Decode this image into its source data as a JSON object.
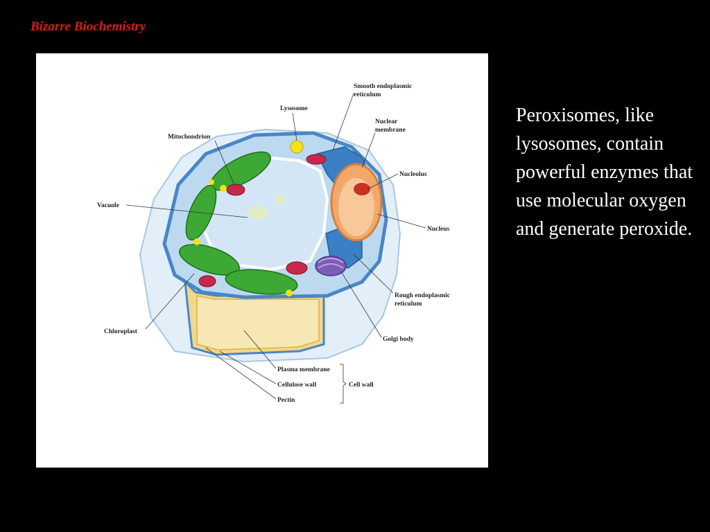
{
  "header": {
    "title": "Bizarre Biochemistry"
  },
  "slide": {
    "text": "Peroxisomes, like lysosomes, contain powerful enzymes that use molecular oxygen and generate peroxide."
  },
  "diagram": {
    "labels": {
      "smooth_er_1": "Smooth endoplasmic",
      "smooth_er_2": "reticulum",
      "lysosome": "Lysosome",
      "nuclear_membrane_1": "Nuclear",
      "nuclear_membrane_2": "membrane",
      "mitochondrion": "Mitochondrion",
      "nucleolus": "Nucleolus",
      "vacuole": "Vacuole",
      "nucleus": "Nucleus",
      "rough_er_1": "Rough endoplasmic",
      "rough_er_2": "reticulum",
      "golgi": "Golgi body",
      "chloroplast": "Chloroplast",
      "plasma_membrane": "Plasma membrane",
      "cellulose_wall": "Cellulose wall",
      "pectin": "Pectin",
      "cell_wall": "Cell wall"
    },
    "colors": {
      "background": "#000000",
      "header": "#e01818",
      "chloroplast": "#3da833",
      "vacuole": "#d4e6f6",
      "nucleus": "#f2a86a",
      "mitochondrion": "#c8294a",
      "lysosome": "#f2e21a",
      "golgi": "#7d5bb8",
      "er": "#3b7fc4",
      "wall": "#f3d789"
    }
  }
}
